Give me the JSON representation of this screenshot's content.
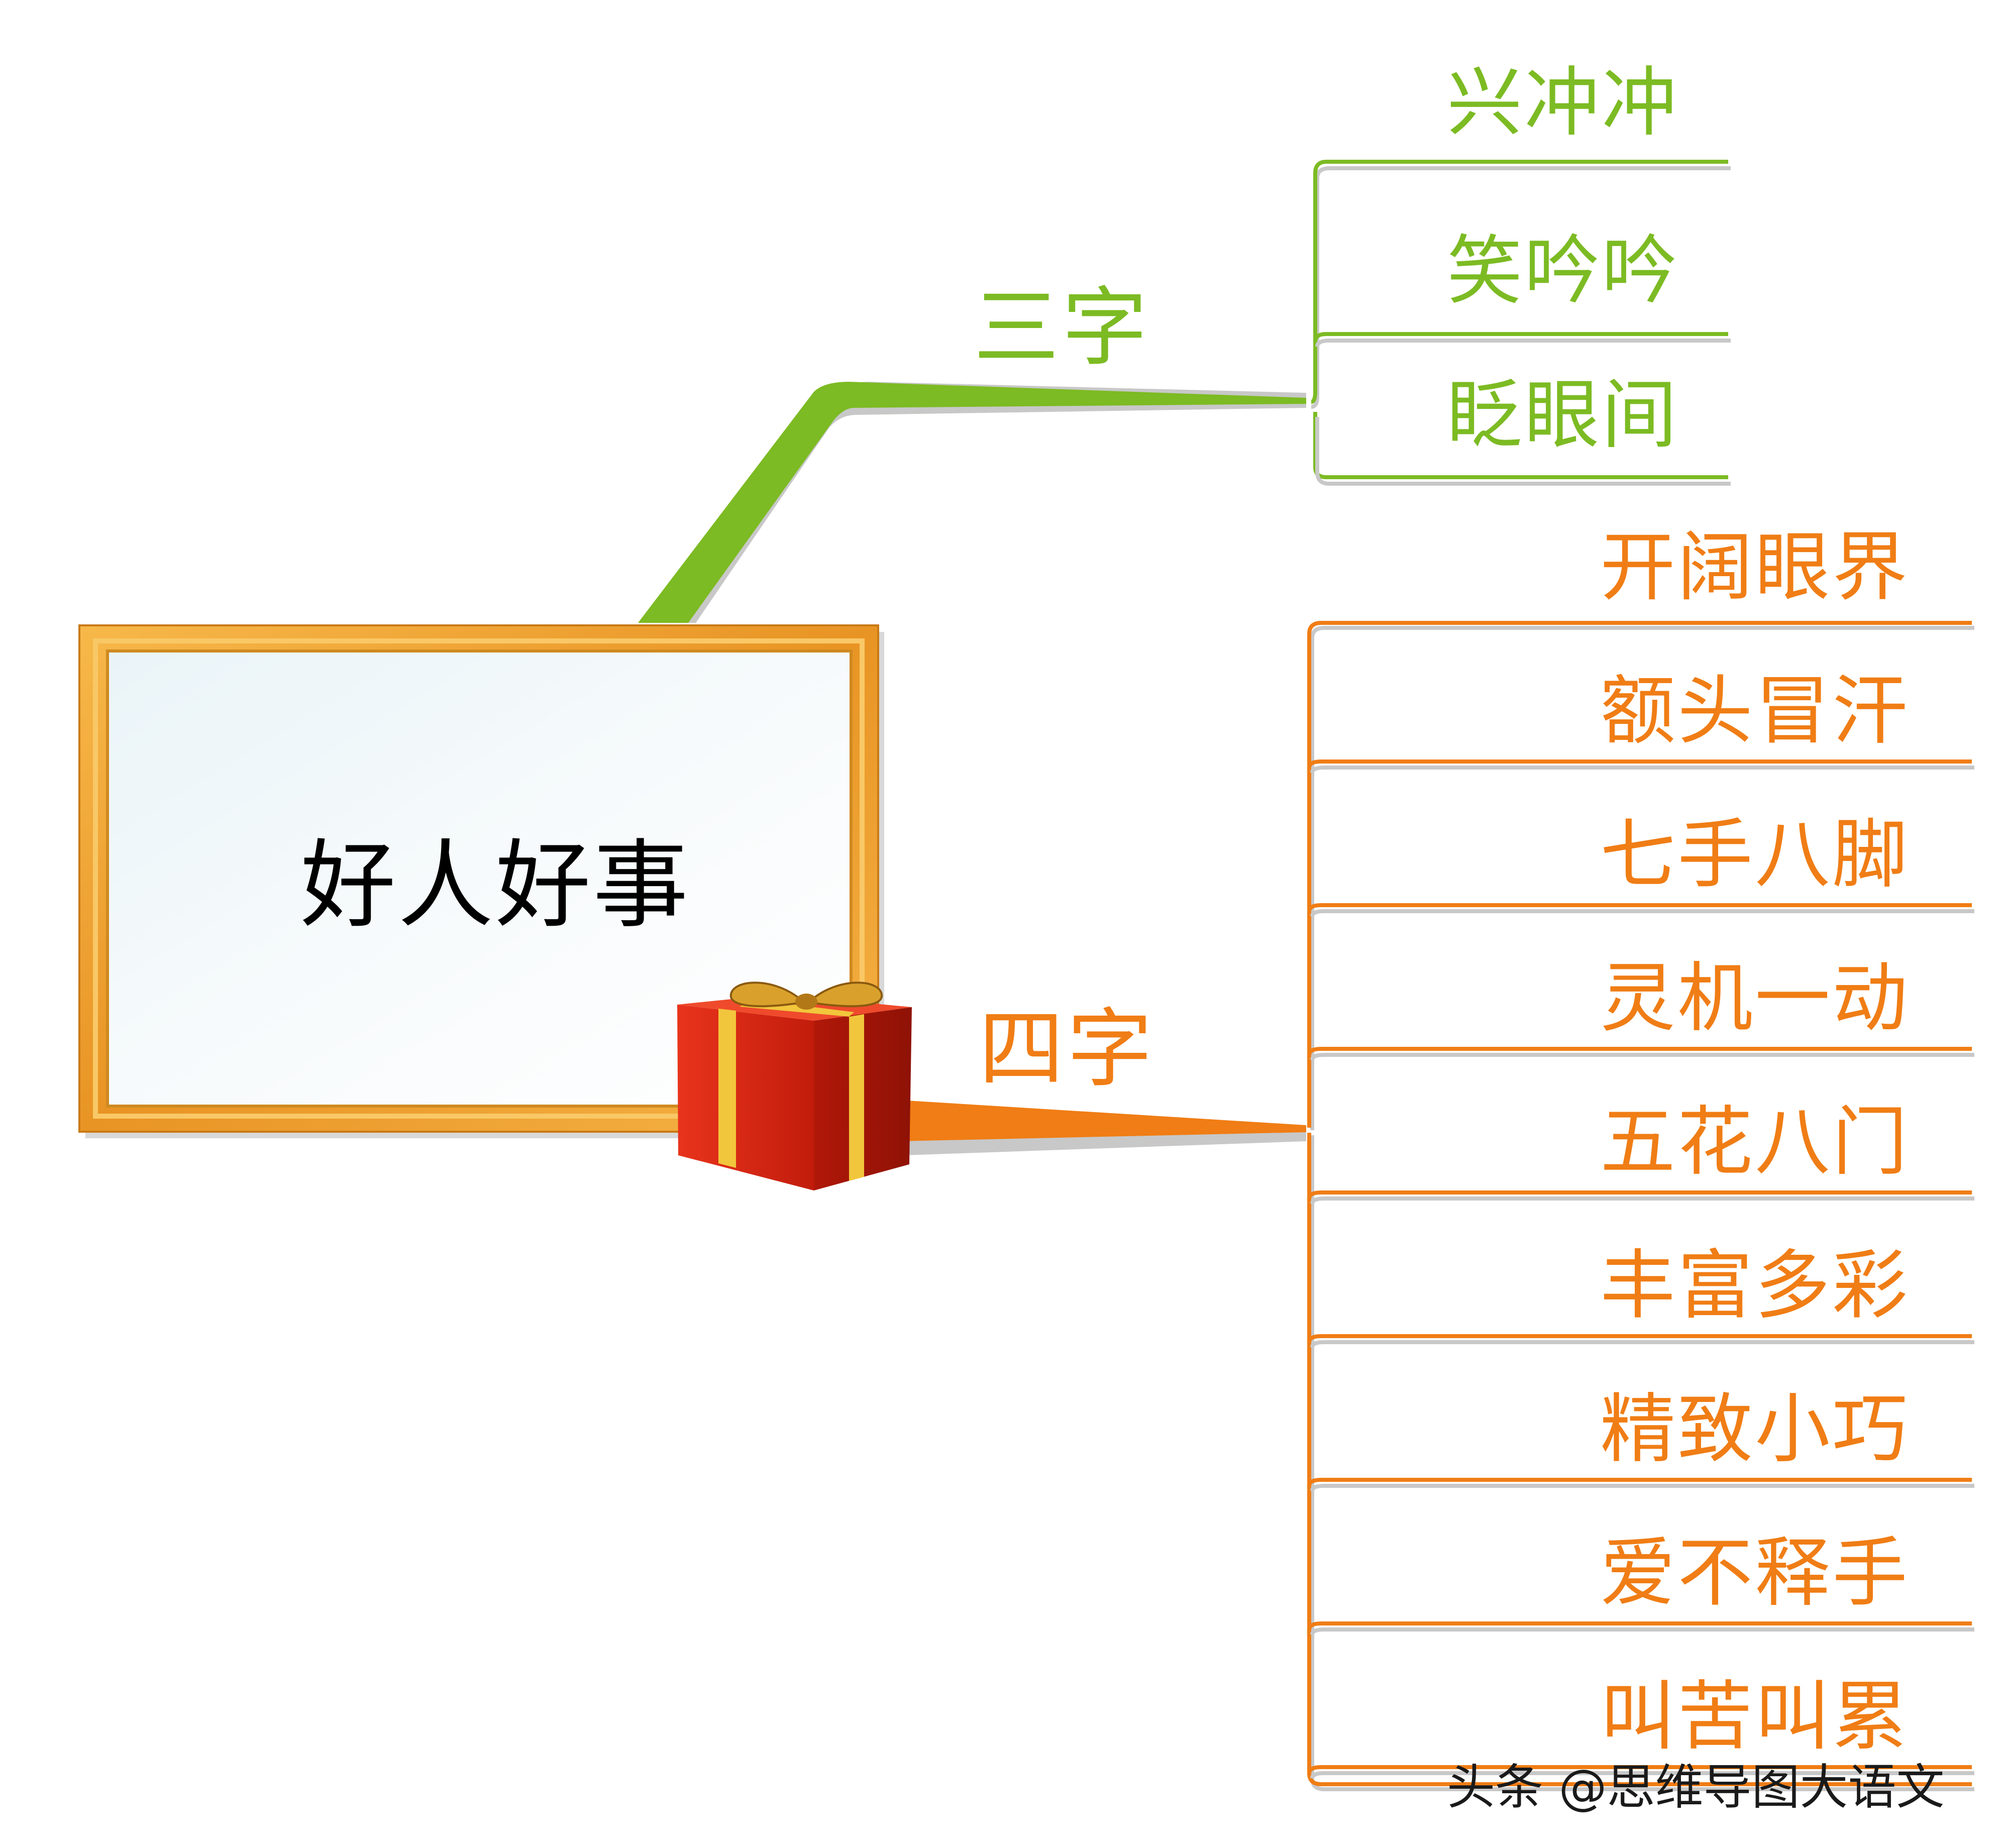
{
  "center": {
    "title": "好人好事"
  },
  "branches": [
    {
      "label": "三字",
      "color": "#7cbb23",
      "items": [
        "兴冲冲",
        "笑吟吟",
        "眨眼间"
      ]
    },
    {
      "label": "四字",
      "color": "#f07d15",
      "items": [
        "开阔眼界",
        "额头冒汗",
        "七手八脚",
        "灵机一动",
        "五花八门",
        "丰富多彩",
        "精致小巧",
        "爱不释手",
        "叫苦叫累"
      ]
    }
  ],
  "icons": {
    "frame": "picture-frame-icon",
    "gift": "gift-box-icon"
  },
  "watermark": "头条 @思维导图大语文"
}
